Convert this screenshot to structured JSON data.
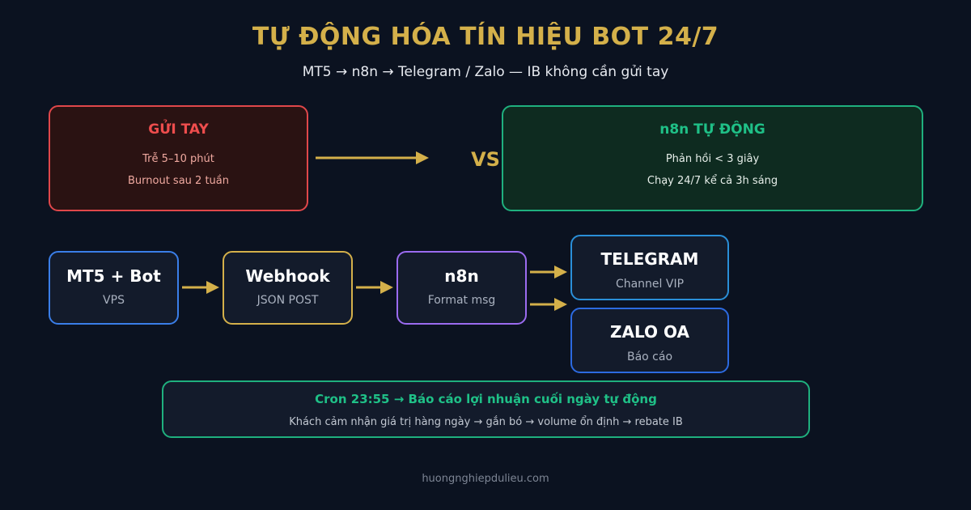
{
  "header": {
    "title": "TỰ ĐỘNG HÓA TÍN HIỆU BOT 24/7",
    "subtitle": "MT5 → n8n → Telegram / Zalo — IB không cần gửi tay"
  },
  "comparison": {
    "manual": {
      "title": "GỬI TAY",
      "line1": "Trễ 5–10 phút",
      "line2": "Burnout sau 2 tuần"
    },
    "vs": "VS",
    "auto": {
      "title": "n8n TỰ ĐỘNG",
      "line1": "Phản hồi < 3 giây",
      "line2": "Chạy 24/7 kể cả 3h sáng"
    }
  },
  "flow": {
    "mt5": {
      "title": "MT5 + Bot",
      "sub": "VPS"
    },
    "webhook": {
      "title": "Webhook",
      "sub": "JSON POST"
    },
    "n8n": {
      "title": "n8n",
      "sub": "Format msg"
    },
    "telegram": {
      "title": "TELEGRAM",
      "sub": "Channel VIP"
    },
    "zalo": {
      "title": "ZALO OA",
      "sub": "Báo cáo"
    }
  },
  "cron": {
    "title": "Cron 23:55 → Báo cáo lợi nhuận cuối ngày tự động",
    "sub": "Khách cảm nhận giá trị hàng ngày → gắn bó → volume ổn định → rebate IB"
  },
  "footer": "huongnghiepdulieu.com",
  "colors": {
    "background": "#0b1220",
    "gold": "#d4b04a",
    "red": "#e0474a",
    "green": "#1fb07e",
    "blue": "#3a7ee8",
    "purple": "#9b6bf0"
  }
}
